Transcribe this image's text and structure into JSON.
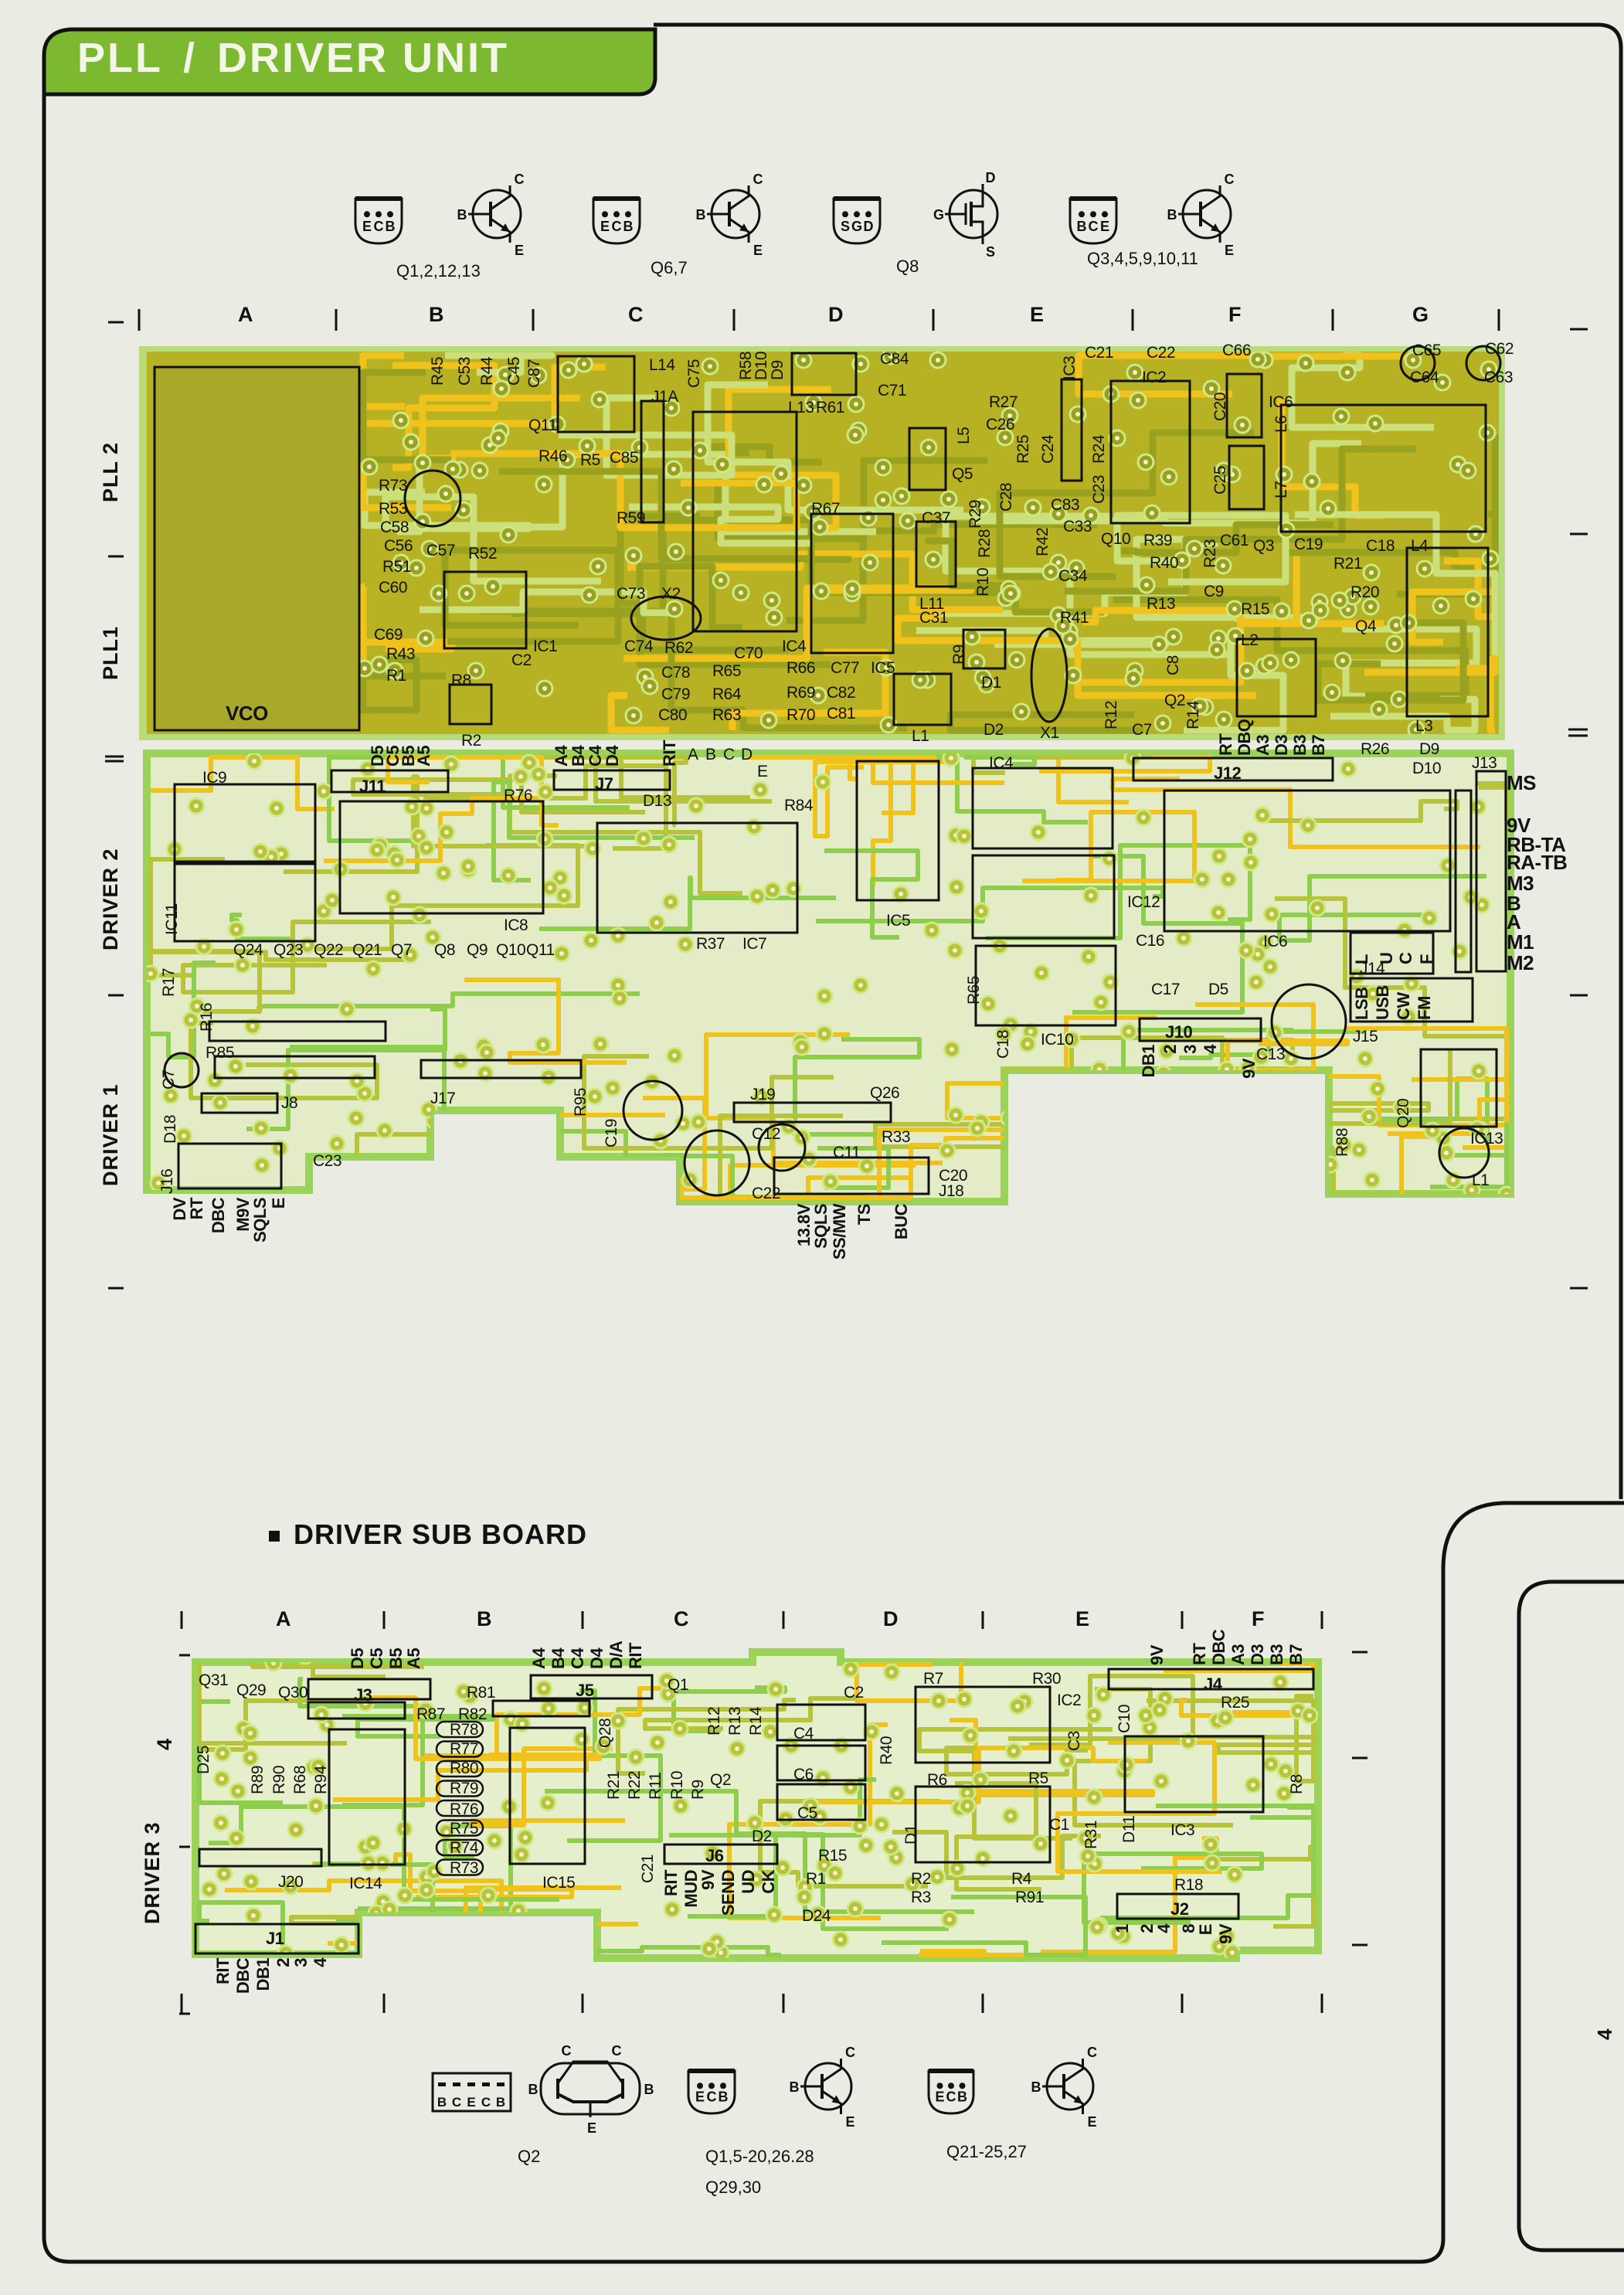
{
  "header": {
    "title_left": "PLL",
    "slash": "/",
    "title_right": "DRIVER UNIT"
  },
  "legend_top": [
    {
      "pins": [
        "E",
        "C",
        "B"
      ],
      "terminals": [
        "B",
        "C",
        "E"
      ],
      "label": "Q1,2,12,13"
    },
    {
      "pins": [
        "E",
        "C",
        "B"
      ],
      "terminals": [
        "B",
        "C",
        "E"
      ],
      "label": "Q6,7"
    },
    {
      "pins": [
        "S",
        "G",
        "D"
      ],
      "terminals": [
        "G",
        "D",
        "S"
      ],
      "label": "Q8"
    },
    {
      "pins": [
        "B",
        "C",
        "E"
      ],
      "terminals": [
        "B",
        "C",
        "E"
      ],
      "label": "Q3,4,5,9,10,11"
    }
  ],
  "columns_top": [
    "A",
    "B",
    "C",
    "D",
    "E",
    "F",
    "G"
  ],
  "rows": [
    "PLL 2",
    "PLL1",
    "DRIVER 2",
    "DRIVER 1"
  ],
  "pll_board": {
    "vco_label": "VCO",
    "components": [
      "R45",
      "C53",
      "R44",
      "C45",
      "C87",
      "Q11",
      "R46",
      "R5",
      "C85",
      "L14",
      "J1A",
      "R73",
      "R53",
      "C58",
      "C56",
      "C57",
      "R52",
      "R51",
      "C60",
      "C69",
      "R43",
      "R1",
      "R8",
      "R2",
      "C2",
      "IC1",
      "R59",
      "X2",
      "C73",
      "C74",
      "R62",
      "C78",
      "C79",
      "C80",
      "R65",
      "R64",
      "R63",
      "IC4",
      "C70",
      "R66",
      "R69",
      "R70",
      "C77",
      "C82",
      "C81",
      "IC5",
      "R67",
      "R61",
      "L13",
      "C84",
      "C71",
      "R58",
      "D10",
      "D9",
      "C75",
      "C21",
      "C22",
      "C66",
      "C65",
      "C62",
      "C64",
      "C63",
      "IC3",
      "IC2",
      "IC6",
      "L6",
      "L7",
      "C20",
      "C25",
      "R27",
      "C26",
      "L5",
      "Q5",
      "R25",
      "C24",
      "R24",
      "C23",
      "C83",
      "C33",
      "Q10",
      "R39",
      "R40",
      "C61",
      "Q3",
      "R23",
      "C19",
      "C18",
      "L4",
      "R21",
      "R20",
      "C37",
      "R42",
      "C34",
      "R13",
      "C9",
      "R15",
      "R41",
      "Q4",
      "L2",
      "L11",
      "C31",
      "R9",
      "D1",
      "D2",
      "L1",
      "X1",
      "C7",
      "Q2",
      "R12",
      "R14",
      "L3",
      "C8",
      "R10",
      "R28",
      "C28",
      "R29"
    ],
    "pins_j11": [
      "D5",
      "C5",
      "B5",
      "A5"
    ],
    "pins_j7": [
      "A4",
      "B4",
      "C4",
      "D4",
      "RIT"
    ],
    "arrow_letters": [
      "A",
      "B",
      "C",
      "D",
      "E"
    ],
    "pins_j12": [
      "RT",
      "DBQ",
      "A3",
      "D3",
      "B3",
      "B7"
    ]
  },
  "driver_board": {
    "components": [
      "IC9",
      "J11",
      "R76",
      "J7",
      "D13",
      "R84",
      "IC11",
      "IC8",
      "IC7",
      "R37",
      "IC5",
      "Q24",
      "Q23",
      "Q22",
      "Q21",
      "Q7",
      "Q8",
      "Q9",
      "Q10",
      "Q11",
      "R17",
      "R16",
      "R85",
      "C7",
      "J17",
      "R95",
      "J19",
      "Q26",
      "J8",
      "R65",
      "IC4",
      "J12",
      "J13",
      "IC12",
      "C16",
      "C17",
      "D5",
      "IC6",
      "J14",
      "IC10",
      "J10",
      "C13",
      "J15",
      "IC13",
      "L1",
      "Q20",
      "R88",
      "C18",
      "D18",
      "J16",
      "C23",
      "J18",
      "C22",
      "C20",
      "C11",
      "C12",
      "R33",
      "C19",
      "R26",
      "D9",
      "D10"
    ],
    "right_connector": [
      "MS",
      "9V",
      "RB-TA",
      "RA-TB",
      "M3",
      "B",
      "A",
      "M1",
      "M2"
    ],
    "pins_j16": [
      "DV",
      "RT",
      "DBC",
      "M9V",
      "SQLS",
      "E"
    ],
    "pins_j18": [
      "13.8V",
      "SQLS",
      "SS/MW",
      "TS",
      "BUC"
    ],
    "pins_j14": [
      "L",
      "U",
      "C",
      "F"
    ],
    "pins_j15": [
      "LSB",
      "USB",
      "CW",
      "FM"
    ],
    "pins_j10": [
      "DB1",
      "2",
      "3",
      "4"
    ],
    "j10_supply": "9V"
  },
  "sub_board": {
    "title": "DRIVER SUB BOARD",
    "columns": [
      "A",
      "B",
      "C",
      "D",
      "E",
      "F"
    ],
    "row_4": "4",
    "row_driver3": "DRIVER 3",
    "components": [
      "J1",
      "J20",
      "IC14",
      "IC15",
      "J3",
      "J5",
      "R81",
      "R87",
      "R82",
      "R78",
      "R77",
      "R80",
      "R79",
      "R76",
      "R75",
      "R74",
      "R73",
      "Q29",
      "Q30",
      "Q31",
      "D25",
      "R89",
      "R90",
      "R68",
      "R94",
      "R12",
      "R13",
      "R14",
      "R21",
      "R22",
      "R11",
      "R10",
      "R9",
      "Q1",
      "Q2",
      "Q28",
      "C2",
      "C4",
      "C6",
      "C5",
      "R40",
      "R7",
      "R30",
      "IC2",
      "C10",
      "C3",
      "R6",
      "R5",
      "C1",
      "R31",
      "D11",
      "IC3",
      "R8",
      "R25",
      "J4",
      "R18",
      "J2",
      "D2",
      "R15",
      "D1",
      "J6",
      "R1",
      "R2",
      "R3",
      "R4",
      "R91",
      "D24",
      "C21"
    ],
    "pins_j3": [
      "D5",
      "C5",
      "B5",
      "A5"
    ],
    "pins_j5": [
      "A4",
      "B4",
      "C4",
      "D4",
      "D/A",
      "RIT"
    ],
    "pins_j4": [
      "9V",
      "RT",
      "DBC",
      "A3",
      "D3",
      "B3",
      "B7"
    ],
    "pins_j6": [
      "RIT",
      "MUD",
      "9V",
      "SEND",
      "UD",
      "CK"
    ],
    "pins_j1": [
      "RIT",
      "DBC",
      "DB1",
      "2",
      "3",
      "4"
    ],
    "pins_j2": [
      "1",
      "2",
      "4",
      "8",
      "E",
      "9V"
    ]
  },
  "legend_bottom": [
    {
      "pins": [
        "B",
        "C",
        "E",
        "C",
        "B"
      ],
      "terminals": [
        "C",
        "C",
        "B",
        "B",
        "E"
      ],
      "label": "Q2"
    },
    {
      "pins": [
        "E",
        "C",
        "B"
      ],
      "terminals": [
        "B",
        "C",
        "E"
      ],
      "label": "Q1,5-20,26.28",
      "label2": "Q29,30"
    },
    {
      "pins": [
        "E",
        "C",
        "B"
      ],
      "terminals": [
        "B",
        "C",
        "E"
      ],
      "label": "Q21-25,27"
    }
  ],
  "side_panel": {
    "page_number": "4"
  },
  "colors": {
    "tab_green": "#7cb830",
    "pll_board": "#b7b124",
    "trace_yellow": "#f0c21c",
    "trace_green": "#8fce4c",
    "driver_board": "#e3ecc6"
  }
}
